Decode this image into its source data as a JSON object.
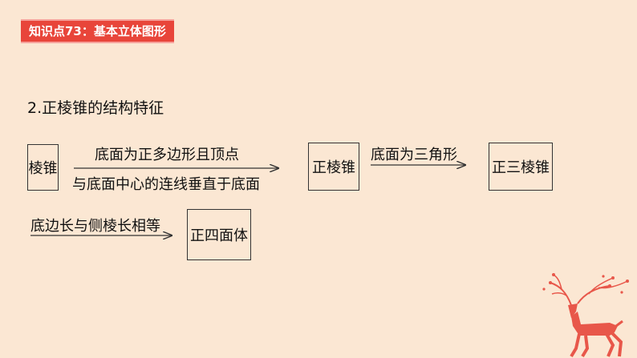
{
  "badge": {
    "text": "知识点73：基本立体图形"
  },
  "section": {
    "heading": "2.正棱锥的结构特征"
  },
  "diagram": {
    "nodes": {
      "pyramid": "棱锥",
      "regular_pyramid": "正棱锥",
      "regular_triangular_pyramid": "正三棱锥",
      "regular_tetrahedron": "正四面体"
    },
    "arrows": {
      "a1_top": "底面为正多边形且顶点",
      "a1_bottom": "与底面中心的连线垂直于底面",
      "a2_top": "底面为三角形",
      "a3_top": "底边长与侧棱长相等"
    }
  },
  "colors": {
    "background": "#fbe7d3",
    "badge": "#e8453a",
    "deer": "#e8574a"
  },
  "decor": {
    "corner": "deer-icon"
  }
}
